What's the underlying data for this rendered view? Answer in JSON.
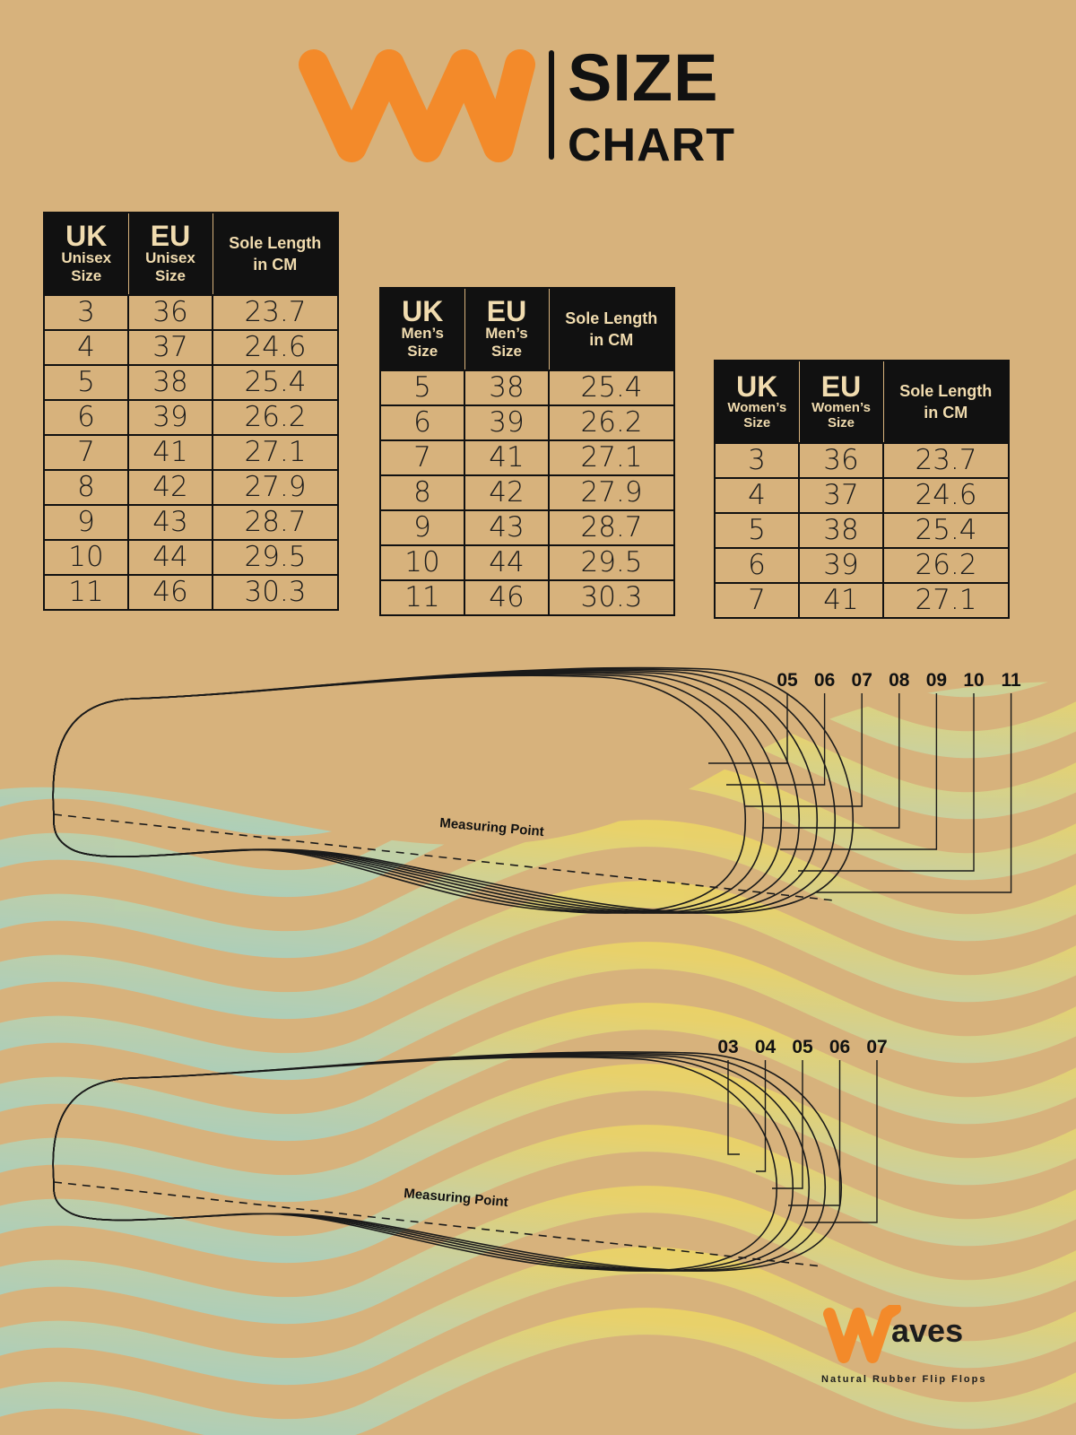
{
  "header": {
    "logo_letters": "W",
    "title_line1": "SIZE",
    "title_line2": "CHART"
  },
  "tables": {
    "unisex": {
      "headers": [
        {
          "big": "UK",
          "small": [
            "Unisex",
            "Size"
          ]
        },
        {
          "big": "EU",
          "small": [
            "Unisex",
            "Size"
          ]
        },
        {
          "label": [
            "Sole Length",
            "in CM"
          ]
        }
      ],
      "rows": [
        [
          "3",
          "36",
          "23.7"
        ],
        [
          "4",
          "37",
          "24.6"
        ],
        [
          "5",
          "38",
          "25.4"
        ],
        [
          "6",
          "39",
          "26.2"
        ],
        [
          "7",
          "41",
          "27.1"
        ],
        [
          "8",
          "42",
          "27.9"
        ],
        [
          "9",
          "43",
          "28.7"
        ],
        [
          "10",
          "44",
          "29.5"
        ],
        [
          "11",
          "46",
          "30.3"
        ]
      ]
    },
    "men": {
      "headers": [
        {
          "big": "UK",
          "small": [
            "Men’s",
            "Size"
          ]
        },
        {
          "big": "EU",
          "small": [
            "Men’s",
            "Size"
          ]
        },
        {
          "label": [
            "Sole Length",
            "in CM"
          ]
        }
      ],
      "rows": [
        [
          "5",
          "38",
          "25.4"
        ],
        [
          "6",
          "39",
          "26.2"
        ],
        [
          "7",
          "41",
          "27.1"
        ],
        [
          "8",
          "42",
          "27.9"
        ],
        [
          "9",
          "43",
          "28.7"
        ],
        [
          "10",
          "44",
          "29.5"
        ],
        [
          "11",
          "46",
          "30.3"
        ]
      ]
    },
    "women": {
      "headers": [
        {
          "big": "UK",
          "small": [
            "Women’s",
            "Size"
          ]
        },
        {
          "big": "EU",
          "small": [
            "Women’s",
            "Size"
          ]
        },
        {
          "label": [
            "Sole Length",
            "in CM"
          ]
        }
      ],
      "rows": [
        [
          "3",
          "36",
          "23.7"
        ],
        [
          "4",
          "37",
          "24.6"
        ],
        [
          "5",
          "38",
          "25.4"
        ],
        [
          "6",
          "39",
          "26.2"
        ],
        [
          "7",
          "41",
          "27.1"
        ]
      ]
    }
  },
  "diagrams": {
    "men_sole": {
      "size_labels": [
        "05",
        "06",
        "07",
        "08",
        "09",
        "10",
        "11"
      ],
      "measuring_label": "Measuring Point"
    },
    "women_sole": {
      "size_labels": [
        "03",
        "04",
        "05",
        "06",
        "07"
      ],
      "measuring_label": "Measuring Point"
    }
  },
  "brand": {
    "name_mark": "W",
    "name_tail": "aves",
    "tagline": "Natural Rubber Flip Flops"
  },
  "colors": {
    "background": "#d7b27c",
    "accent_orange": "#f38a2a",
    "header_black": "#111111",
    "header_text": "#f1dcaf",
    "wave_teal": "#a9d4c4",
    "wave_yellow": "#eedb5a"
  }
}
